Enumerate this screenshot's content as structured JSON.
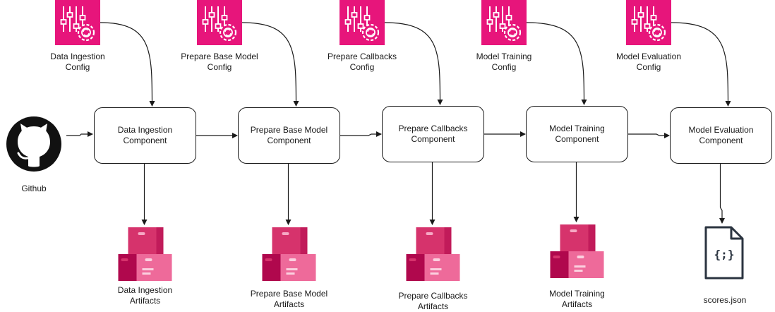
{
  "source": {
    "label": "Github"
  },
  "colors": {
    "config": "#E7157B",
    "artifact_dark": "#B0084D",
    "artifact_mid": "#D6336C",
    "artifact_light": "#EE6A9A",
    "line": "#1a1a1a"
  },
  "stages": [
    {
      "id": "ingestion",
      "config_line1": "Data Ingestion",
      "config_line2": "Config",
      "component_line1": "Data Ingestion",
      "component_line2": "Component",
      "output_line1": "Data Ingestion",
      "output_line2": "Artifacts",
      "output_icon": "artifact-boxes-icon"
    },
    {
      "id": "base-model",
      "config_line1": "Prepare Base Model",
      "config_line2": "Config",
      "component_line1": "Prepare Base Model",
      "component_line2": "Component",
      "output_line1": "Prepare Base Model",
      "output_line2": "Artifacts",
      "output_icon": "artifact-boxes-icon"
    },
    {
      "id": "callbacks",
      "config_line1": "Prepare Callbacks",
      "config_line2": "Config",
      "component_line1": "Prepare Callbacks",
      "component_line2": "Component",
      "output_line1": "Prepare Callbacks",
      "output_line2": "Artifacts",
      "output_icon": "artifact-boxes-icon"
    },
    {
      "id": "training",
      "config_line1": "Model Training",
      "config_line2": "Config",
      "component_line1": "Model Training",
      "component_line2": "Component",
      "output_line1": "Model Training",
      "output_line2": "Artifacts",
      "output_icon": "artifact-boxes-icon"
    },
    {
      "id": "evaluation",
      "config_line1": "Model Evaluation",
      "config_line2": "Config",
      "component_line1": "Model Evaluation",
      "component_line2": "Component",
      "output_line1": "scores.json",
      "output_line2": "",
      "output_icon": "json-file-icon"
    }
  ]
}
